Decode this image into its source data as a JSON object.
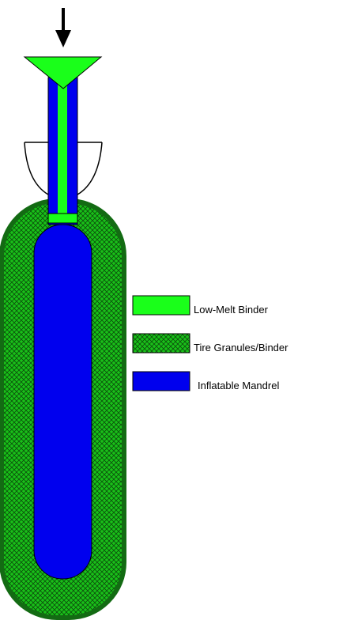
{
  "legend": {
    "items": [
      {
        "label": "Low-Melt Binder",
        "swatch": "solid",
        "color": "#1aff1a"
      },
      {
        "label": "Tire Granules/Binder",
        "swatch": "crosshatch",
        "color": "#19c019"
      },
      {
        "label": "Inflatable Mandrel",
        "swatch": "solid",
        "color": "#0000ee"
      }
    ]
  },
  "colors": {
    "binder_green": "#1aff1a",
    "granule_green": "#19c019",
    "granule_outline": "#136b13",
    "mandrel_blue": "#0000ee",
    "outline": "#000000"
  },
  "icons": {
    "feed_arrow": "arrow-down-icon"
  }
}
